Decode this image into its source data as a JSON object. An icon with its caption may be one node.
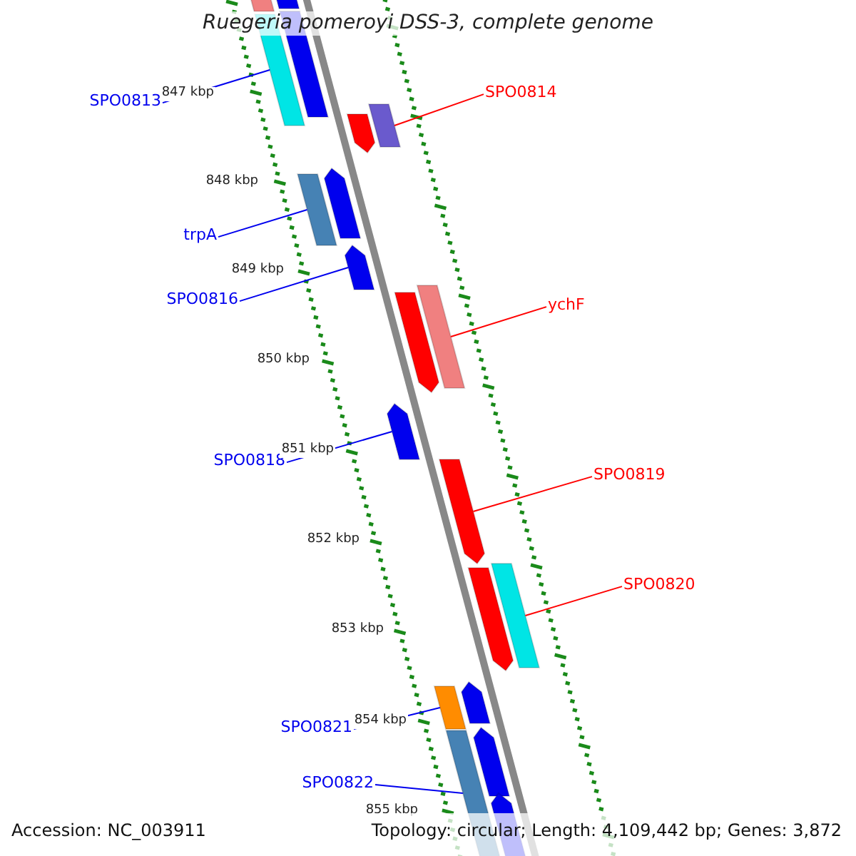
{
  "diagram": {
    "title": "Ruegeria pomeroyi DSS-3, complete genome",
    "nodes": [
      {
        "text": [
          "SPO0813"
        ]
      },
      {
        "text": [
          "SPO0814"
        ]
      },
      {
        "text": [
          "trpA"
        ]
      },
      {
        "text": [
          "SPO0816"
        ]
      },
      {
        "text": [
          "ychF"
        ]
      },
      {
        "text": [
          "SPO0818"
        ]
      },
      {
        "text": [
          "SPO0819"
        ]
      },
      {
        "text": [
          "SPO0820"
        ]
      },
      {
        "text": [
          "SPO0821"
        ]
      },
      {
        "text": [
          "SPO0822"
        ]
      },
      {
        "text": [],
        "shape": "bar"
      },
      {
        "text": [],
        "shape": "bar"
      },
      {
        "text": [],
        "shape": "bar"
      },
      {
        "text": [],
        "shape": "bar"
      },
      {
        "text": [],
        "shape": "bar"
      },
      {
        "text": [],
        "shape": "arrow"
      },
      {
        "text": [],
        "shape": "arrow"
      },
      {
        "text": [],
        "shape": "bar"
      },
      {
        "text": [],
        "shape": "arrow"
      },
      {
        "text": [],
        "shape": "bar"
      },
      {
        "text": [],
        "shape": "arrow"
      },
      {
        "text": [],
        "shape": "arrow"
      },
      {
        "text": [],
        "shape": "arrow"
      },
      {
        "text": [],
        "shape": "bar"
      },
      {
        "text": [],
        "shape": "arrow"
      },
      {
        "text": [],
        "shape": "arrow"
      },
      {
        "text": [],
        "shape": "bar"
      },
      {
        "text": [],
        "shape": "arrow"
      },
      {
        "text": [],
        "shape": "bar"
      },
      {
        "text": [],
        "shape": "arrow"
      }
    ],
    "edges": [
      {
        "from": 0,
        "to": 13,
        "arrow": "none"
      },
      {
        "from": 1,
        "to": 14,
        "arrow": "none",
        "color": "#ff0000"
      },
      {
        "from": 2,
        "to": 17,
        "arrow": "none"
      },
      {
        "from": 3,
        "to": 18,
        "arrow": "none"
      },
      {
        "from": 4,
        "to": 19,
        "arrow": "none",
        "color": "#ff0000"
      },
      {
        "from": 5,
        "to": 21,
        "arrow": "none"
      },
      {
        "from": 6,
        "to": 22,
        "arrow": "none",
        "color": "#ff0000"
      },
      {
        "from": 7,
        "to": 23,
        "arrow": "none",
        "color": "#ff0000"
      },
      {
        "from": 8,
        "to": 26,
        "arrow": "none"
      },
      {
        "from": 9,
        "to": 28,
        "arrow": "none"
      }
    ],
    "labels": [
      "847 kbp",
      "848 kbp",
      "849 kbp",
      "850 kbp",
      "851 kbp",
      "852 kbp",
      "853 kbp",
      "854 kbp",
      "855 kbp",
      "Accession: NC_003911",
      "Topology: circular; Length: 4,109,442 bp; Genes: 3,872"
    ]
  }
}
